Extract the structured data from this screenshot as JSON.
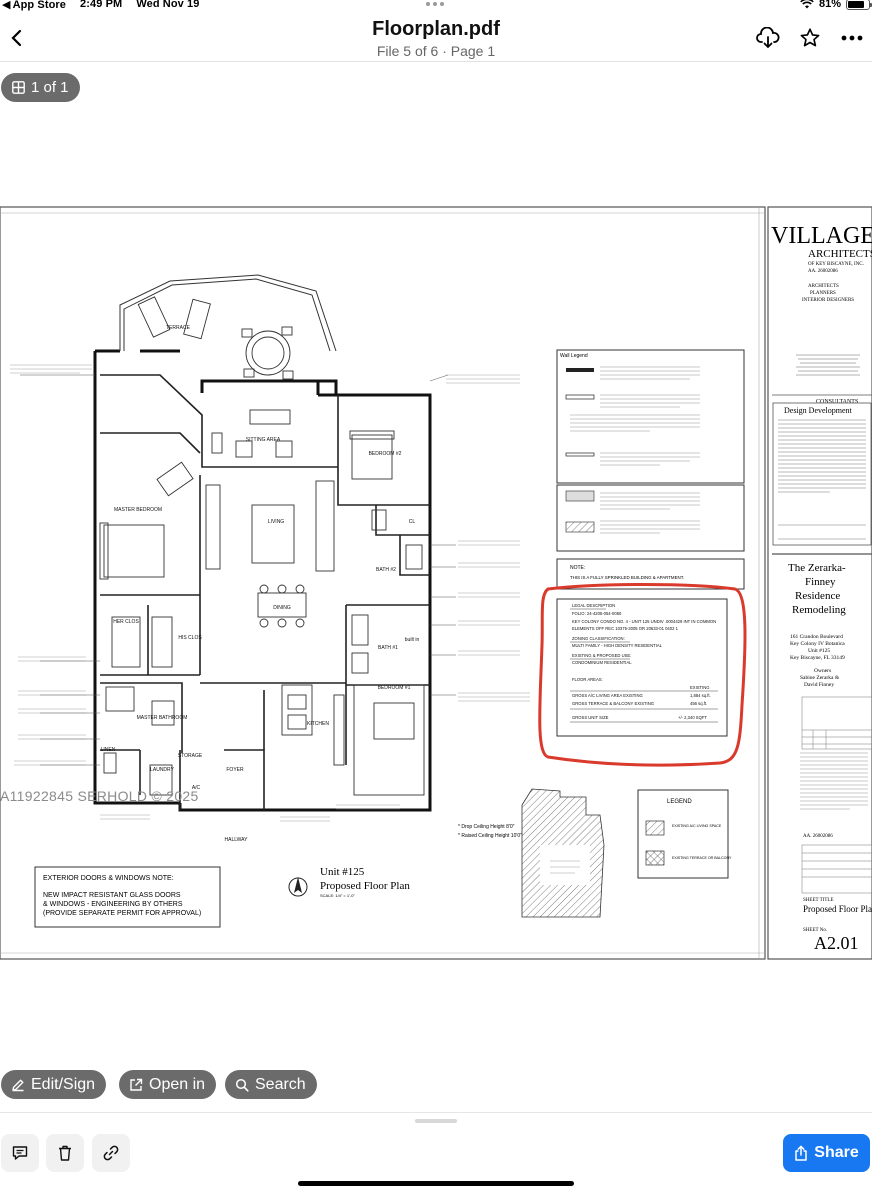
{
  "status_bar": {
    "back_app": "App Store",
    "time": "2:49 PM",
    "date": "Wed Nov 19",
    "battery_percent": "81%",
    "battery_level": 0.81
  },
  "nav": {
    "title": "Floorplan.pdf",
    "subtitle": "File 5 of 6 · Page 1"
  },
  "page_chip": {
    "label": "1 of 1"
  },
  "watermark": "A11922845  SERHOLD © 2025",
  "plan": {
    "village": "VILLAGE",
    "architects": "ARCHITECTS",
    "of_key": "OF KEY BISCAYNE, INC.",
    "aa_no": "AA.    26002086",
    "firm_tags": [
      "ARCHITECTS",
      "PLANNERS",
      "INTERIOR DESIGNERS"
    ],
    "consultants": "CONSULTANTS",
    "design_development": "Design Development",
    "residence": [
      "The Zerarka-",
      "Finney",
      "Residence",
      "Remodeling"
    ],
    "address": [
      "161 Crandon Boulevard",
      "Key Colony IV Botanica",
      "Unit #125",
      "Key Biscayne, FL  33149"
    ],
    "owners": [
      "Owners",
      "Sabine Zerarka &",
      "David Finney"
    ],
    "sheet_title": "Proposed Floor Plan",
    "sheet_no": "A2.01",
    "sheet_title_label": "SHEET  TITLE",
    "sheet_no_label": "SHEET  No.",
    "aa_bottom": "AA.              26002086",
    "unit_title": "Unit #125",
    "unit_subtitle": "Proposed Floor Plan",
    "scale": "SCALE: 1/4\" = 1'-0\"",
    "exterior_note_title": "EXTERIOR DOORS & WINDOWS NOTE:",
    "exterior_note_lines": [
      "NEW IMPACT RESISTANT GLASS DOORS",
      "& WINDOWS - ENGINEERING BY OTHERS",
      "(PROVIDE SEPARATE PERMIT FOR APPROVAL)"
    ],
    "wall_legend_title": "Wall Legend",
    "note_label": "NOTE:",
    "note_text": "THIS IS A FULLY SPRINKLED BUILDING & APARTMENT.",
    "legal": {
      "title": "LEGAL DESCRIPTION",
      "folio": "FOLIO: 24-4205-054-0060",
      "desc": "KEY COLONY CONDO NO. 4 - UNIT 125 UNDIV .0004429 INT IN COMMON",
      "desc2": "ELEMENTS OFF REC 10375-2005 OR 20633-01 0402 1",
      "zoning_title": "ZONING CLASSIFICATION:",
      "zoning": "MULTI FAMILY - HIGH DENSITY RESIDENTIAL",
      "use_title": "EXISTING & PROPOSED USE:",
      "use": "CONDOMINIUM RESIDENTIAL",
      "floor_areas": "FLOOR AREAS:",
      "existing": "EXISTING",
      "gross_ac": "GROSS A/C LIVING AREA EXISTING",
      "gross_ac_val": "1,884 sq.ft.",
      "gross_terrace": "GROSS TERRACE & BALCONY EXISTING",
      "gross_terrace_val": "456 sq.ft.",
      "gross_unit": "GROSS UNIT SIZE",
      "gross_unit_val": "+/- 2,340 SQFT"
    },
    "legend": {
      "title": "LEGEND",
      "item1": "EXISTING A/C LIVING SPACE",
      "item2": "EXISTING TERRACE OR BALCONY"
    },
    "ceiling_notes": [
      "* Drop Ceiling Height 8'0\"",
      "* Raised Ceiling Height 10'0\""
    ],
    "rooms": {
      "terrace": "TERRACE",
      "sitting": "SITTING AREA",
      "bedroom2": "BEDROOM #2",
      "master_bedroom": "MASTER BEDROOM",
      "living": "LIVING",
      "dining": "DINING",
      "bath2": "BATH #2",
      "bath1": "BATH #1",
      "bedroom1": "BEDROOM #1",
      "kitchen": "KITCHEN",
      "her_clos": "HER CLOS",
      "his_clos": "HIS CLOS",
      "master_bath": "MASTER BATHROOM",
      "storage": "STORAGE",
      "laundry": "LAUNDRY",
      "foyer": "FOYER",
      "hallway": "HALLWAY",
      "linen": "LINEN",
      "ac": "A/C",
      "cl": "CL",
      "built_in": "built in"
    }
  },
  "actions": {
    "edit_sign": "Edit/Sign",
    "open_in": "Open in",
    "search": "Search",
    "share": "Share"
  }
}
